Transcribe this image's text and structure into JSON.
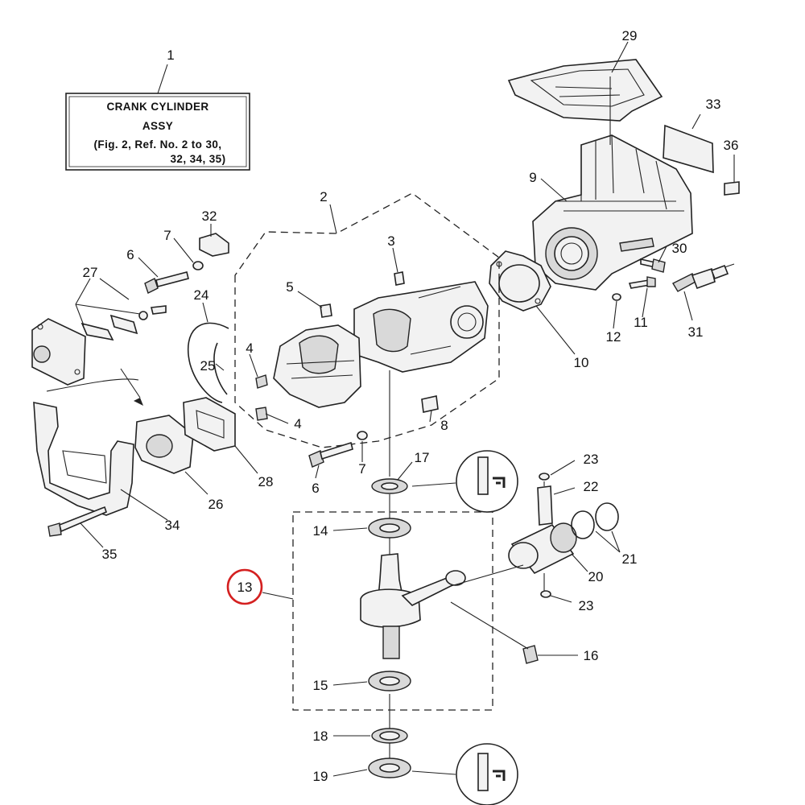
{
  "assembly_box": {
    "ref": "1",
    "line1": "CRANK CYLINDER",
    "line2": "ASSY",
    "line3": "(Fig. 2, Ref. No. 2 to 30,",
    "line4": "32, 34, 35)"
  },
  "highlight_color": "#d42020",
  "highlighted_ref": "13",
  "callouts": {
    "c29": "29",
    "c33": "33",
    "c36": "36",
    "c9": "9",
    "c30": "30",
    "c31": "31",
    "c11": "11",
    "c12": "12",
    "c10": "10",
    "c2": "2",
    "c3": "3",
    "c5": "5",
    "c32": "32",
    "c7a": "7",
    "c6a": "6",
    "c27": "27",
    "c24": "24",
    "c25": "25",
    "c4a": "4",
    "c4b": "4",
    "c8": "8",
    "c17": "17",
    "c7b": "7",
    "c6b": "6",
    "c28": "28",
    "c26": "26",
    "c34": "34",
    "c35": "35",
    "c23a": "23",
    "c22": "22",
    "c21": "21",
    "c20": "20",
    "c23b": "23",
    "c16": "16",
    "c14": "14",
    "c13": "13",
    "c15": "15",
    "c18": "18",
    "c19": "19"
  }
}
